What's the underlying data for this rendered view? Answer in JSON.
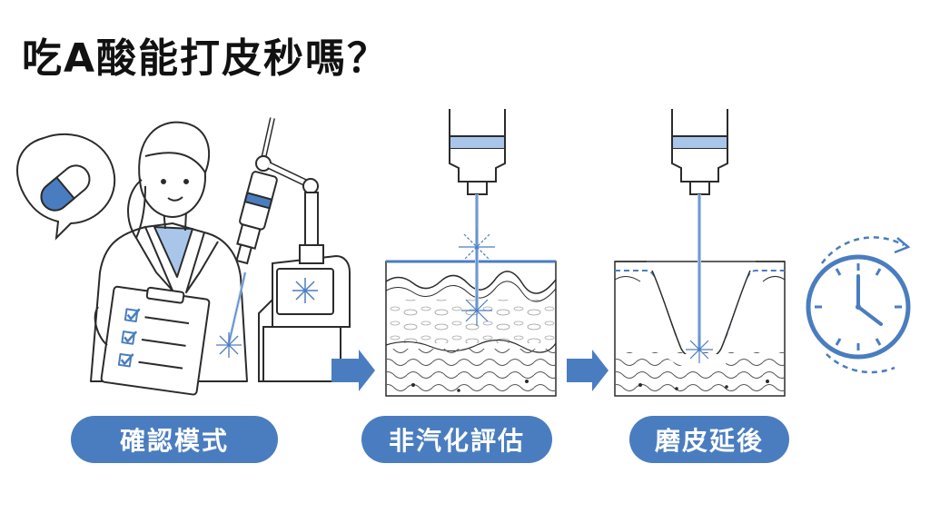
{
  "title": "吃A酸能打皮秒嗎？",
  "steps": [
    {
      "label": "確認模式"
    },
    {
      "label": "非汽化評估"
    },
    {
      "label": "磨皮延後"
    }
  ],
  "icons": {
    "bubble": "capsule-pill-icon",
    "clipboard": "checklist-icon",
    "clock": "clock-icon"
  },
  "colors": {
    "accent": "#4a7dc0",
    "accent_light": "#a9c6ea",
    "line": "#2b2b2b",
    "skin_fill": "#f3f4f6"
  }
}
